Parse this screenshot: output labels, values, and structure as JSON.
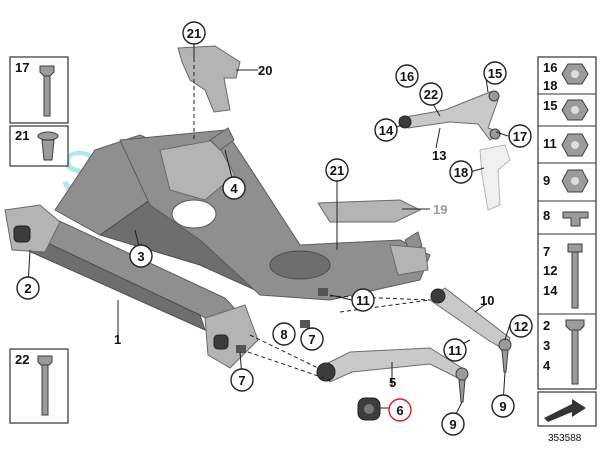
{
  "diagram": {
    "catalog_number": "353588",
    "watermark": "SGL",
    "callouts": {
      "c1": "1",
      "c2": "2",
      "c3": "3",
      "c4": "4",
      "c5": "5",
      "c6": "6",
      "c7a": "7",
      "c7b": "7",
      "c8": "8",
      "c9a": "9",
      "c9b": "9",
      "c10": "10",
      "c11a": "11",
      "c11b": "11",
      "c12": "12",
      "c13": "13",
      "c14": "14",
      "c15": "15",
      "c16": "16",
      "c17a": "17",
      "c18": "18",
      "c19": "19",
      "c20": "20",
      "c21a": "21",
      "c21b": "21",
      "c22": "22"
    },
    "left_legend": {
      "box1": "17",
      "box2": "21",
      "box3": "22"
    },
    "right_legend": {
      "r1a": "16",
      "r1b": "18",
      "r2": "15",
      "r3": "11",
      "r4": "9",
      "r5": "8",
      "r6a": "7",
      "r6b": "12",
      "r6c": "14",
      "r7a": "2",
      "r7b": "3",
      "r7c": "4"
    }
  }
}
